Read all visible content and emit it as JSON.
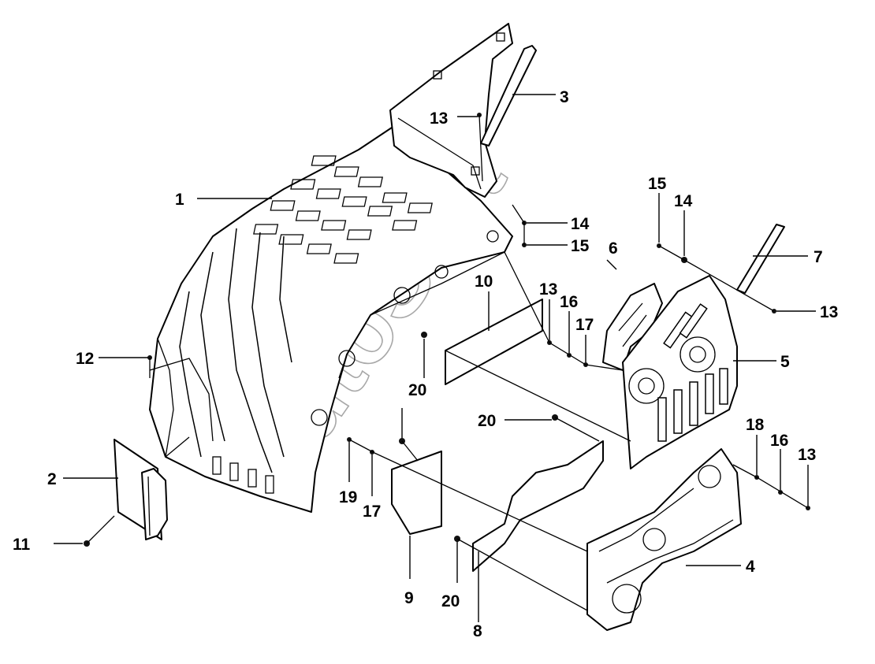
{
  "watermark": "AutoSoft",
  "callouts": {
    "c1": "1",
    "c2": "2",
    "c3": "3",
    "c4": "4",
    "c5": "5",
    "c6": "6",
    "c7": "7",
    "c8": "8",
    "c9": "9",
    "c10": "10",
    "c11": "11",
    "c12": "12",
    "c13a": "13",
    "c13b": "13",
    "c13c": "13",
    "c13d": "13",
    "c14a": "14",
    "c14b": "14",
    "c15a": "15",
    "c15b": "15",
    "c16a": "16",
    "c16b": "16",
    "c17a": "17",
    "c17b": "17",
    "c18": "18",
    "c19": "19",
    "c20a": "20",
    "c20b": "20",
    "c20c": "20"
  }
}
